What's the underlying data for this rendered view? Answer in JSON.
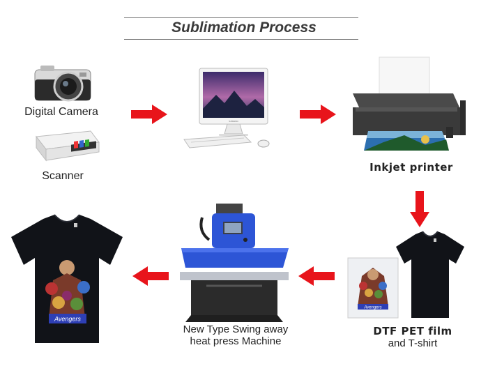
{
  "title": "Sublimation Process",
  "labels": {
    "camera": "Digital Camera",
    "scanner": "Scanner",
    "printer": "Inkjet printer",
    "film_line1": "DTF PET film",
    "film_line2": "and T-shirt",
    "press_line1": "New Type Swing away",
    "press_line2": "heat press Machine"
  },
  "monitor_brand": "Lenovo",
  "print_logo": "Avengers",
  "colors": {
    "arrow": "#e8141b",
    "press_blue": "#2d55d6",
    "shirt": "#111318"
  }
}
